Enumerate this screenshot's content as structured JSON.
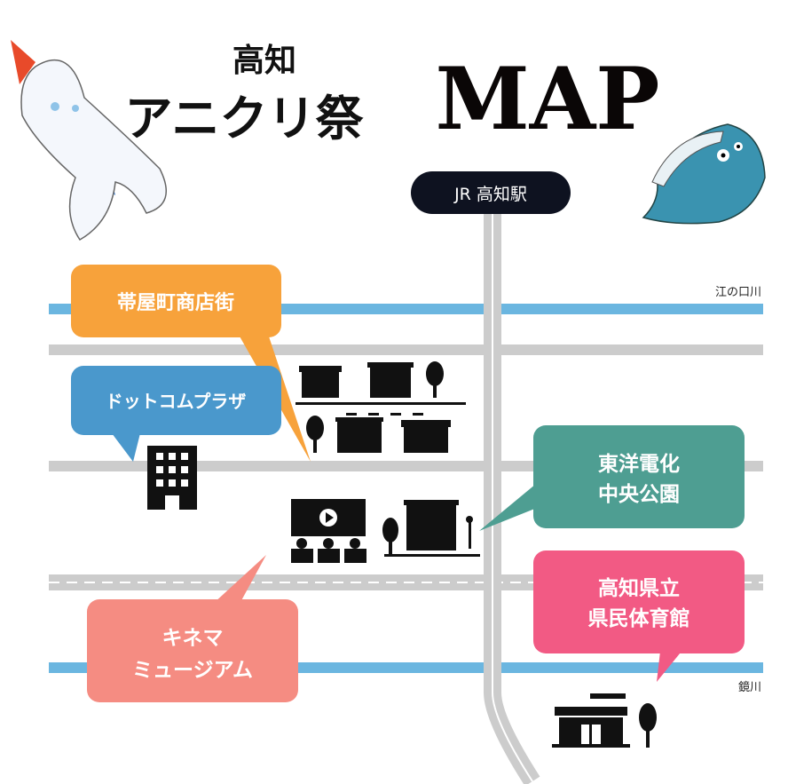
{
  "title": {
    "line1": "高知",
    "line2": "アニクリ祭",
    "map": "MAP"
  },
  "station": "JR 高知駅",
  "rivers": [
    {
      "name": "江の口川"
    },
    {
      "name": "鏡川"
    }
  ],
  "callouts": [
    {
      "label_lines": [
        "帯屋町商店街"
      ],
      "color": "#F7A23B"
    },
    {
      "label_lines": [
        "ドットコムプラザ"
      ],
      "color": "#4A98CC"
    },
    {
      "label_lines": [
        "東洋電化",
        "中央公園"
      ],
      "color": "#4E9E92"
    },
    {
      "label_lines": [
        "キネマ",
        "ミュージアム"
      ],
      "color": "#F58C82"
    },
    {
      "label_lines": [
        "高知県立",
        "県民体育館"
      ],
      "color": "#F25A84"
    }
  ],
  "colors": {
    "road": "#CCCCCC",
    "river": "#6BB6E0",
    "ink": "#111111"
  }
}
